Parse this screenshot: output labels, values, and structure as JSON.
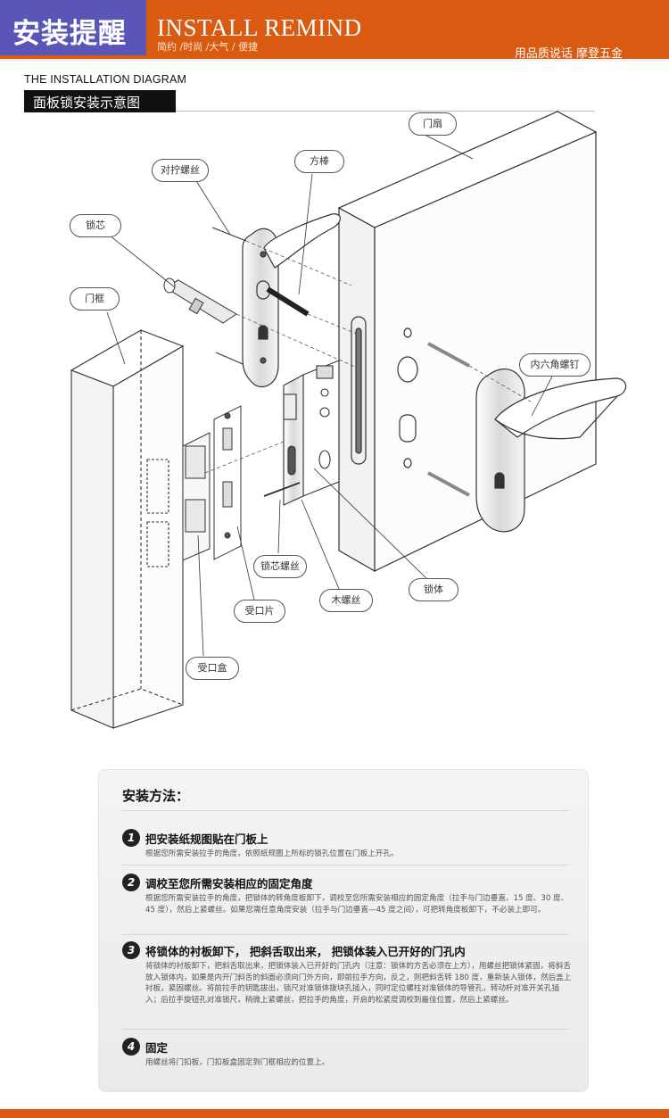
{
  "header": {
    "title_cn": "安装提醒",
    "title_en": "INSTALL REMIND",
    "subtitle": "简约 /时尚 /大气 / 便捷",
    "slogan": "用品质说话  摩登五金",
    "accent_color": "#d95a10",
    "title_box_color": "#5a56b8"
  },
  "diagram": {
    "title_en": "THE INSTALLATION DIAGRAM",
    "title_cn": "面板锁安装示意图",
    "labels": {
      "door_leaf": "门扇",
      "square_bar": "方棒",
      "screw_pair": "对拧螺丝",
      "lock_cylinder": "锁芯",
      "door_frame": "门框",
      "hex_screw": "内六角螺钉",
      "cylinder_screw": "锁芯螺丝",
      "wood_screw": "木螺丝",
      "lock_body": "锁体",
      "strike_plate": "受口片",
      "strike_box": "受口盒"
    }
  },
  "instructions": {
    "title": "安装方法：",
    "steps": [
      {
        "num": "1",
        "title": "把安装纸规图贴在门板上",
        "desc": "根据您所需安装拉手的角度，依照纸规图上所标的锁孔位置在门板上开孔。"
      },
      {
        "num": "2",
        "title": "调校至您所需安装相应的固定角度",
        "desc": "根据您所需安装拉手的角度，把锁体的转角度板卸下，调校至您所需安装相应的固定角度（拉手与门边垂直、15 度、30 度、45 度），然后上紧螺丝。如果您需任意角度安装（拉手与门边垂直—45 度之间），可把转角度板卸下，不必装上即可。"
      },
      {
        "num": "3",
        "title": "将锁体的衬板卸下， 把斜舌取出来， 把锁体装入已开好的门孔内",
        "desc": "将锁体的衬板卸下，把斜舌取出来，把锁体装入已开好的门孔内（注意：锁体的方舌必须在上方），用螺丝把锁体紧固，将斜舌放入锁体内，如果是内开门斜舌的斜面必须向门外方向，即前拉手方向，反之，则把斜舌转 180 度，重新装入锁体，然后盖上衬板，紧固螺丝。将前拉手的钥匙拔出，锁尺对准锁体拨块孔插入，同时定位螺柱对准锁体的导管孔，转动杆对准开关孔插入；后拉手旋钮孔对准锁尺，稍微上紧螺丝，把拉手的角度，开启的松紧度调校到最佳位置，然后上紧螺丝。"
      },
      {
        "num": "4",
        "title": "固定",
        "desc": "用螺丝将门扣板，门扣板盒固定到门框相应的位置上。"
      }
    ]
  }
}
